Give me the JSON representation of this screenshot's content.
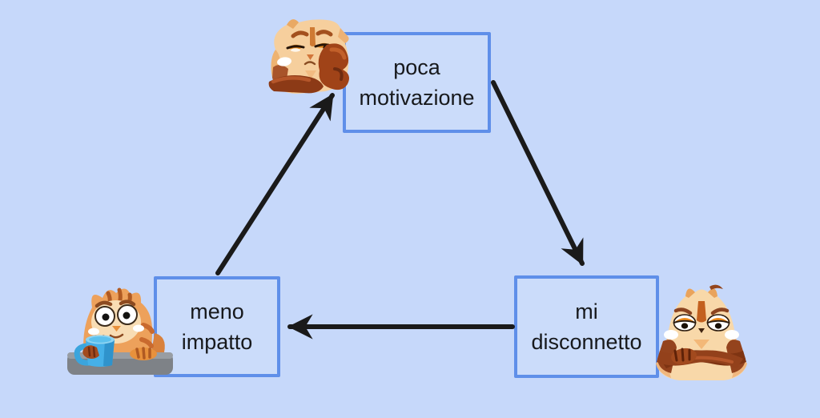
{
  "canvas": {
    "background_color": "#c6d8fa",
    "node_border_color": "#5f8fe9",
    "arrow_color": "#1a1a1a",
    "text_color": "#17191c"
  },
  "diagram": {
    "type": "cycle",
    "nodes": [
      {
        "id": "poca-motivazione",
        "label": "poca motivazione",
        "lines": [
          "poca",
          "motivazione"
        ],
        "position": "top-center"
      },
      {
        "id": "meno-impatto",
        "label": "meno impatto",
        "lines": [
          "meno",
          "impatto"
        ],
        "position": "bottom-left"
      },
      {
        "id": "mi-disconnetto",
        "label": "mi disconnetto",
        "lines": [
          "mi",
          "disconnetto"
        ],
        "position": "bottom-right"
      }
    ],
    "edges": [
      {
        "from": "poca motivazione",
        "to": "mi disconnetto"
      },
      {
        "from": "mi disconnetto",
        "to": "meno impatto"
      },
      {
        "from": "meno impatto",
        "to": "poca motivazione"
      }
    ]
  },
  "illustrations": [
    {
      "name": "cat-bored-chin-on-paw",
      "location": "left of top node",
      "palette": [
        "#f6cf9d",
        "#a04318",
        "#e8881c"
      ]
    },
    {
      "name": "cat-surprised-holding-blue-mug",
      "location": "left of bottom-left node, behind gray table",
      "palette": [
        "#eda15b",
        "#f8ddb4",
        "#45b0e8",
        "#7e8287"
      ]
    },
    {
      "name": "cat-annoyed-crossed-arms",
      "location": "right of bottom-right node",
      "palette": [
        "#f8d8a9",
        "#93411b",
        "#ef8c1c"
      ]
    }
  ]
}
